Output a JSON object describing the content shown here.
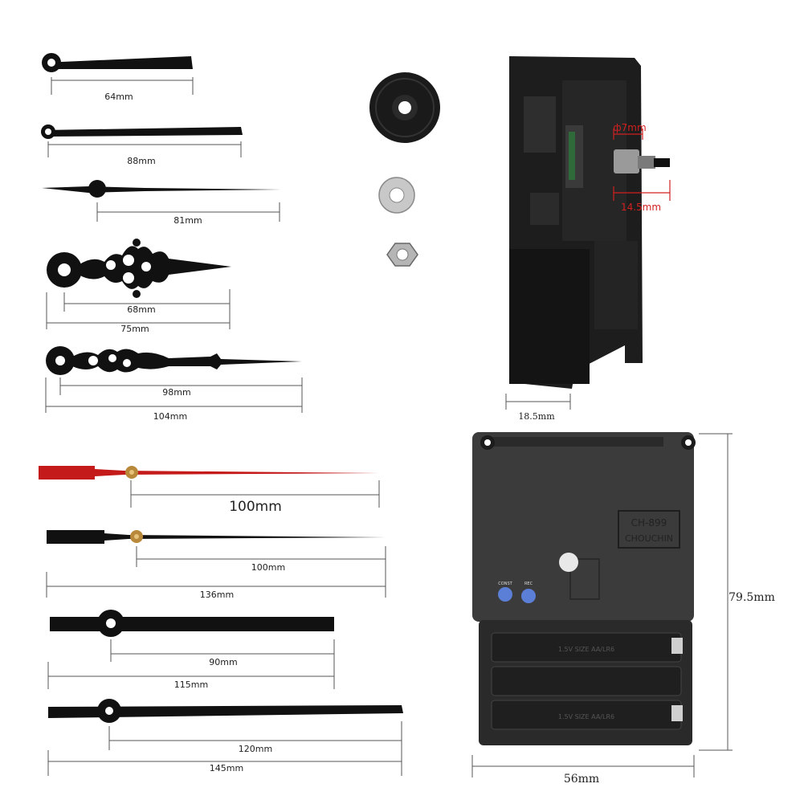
{
  "hands": [
    {
      "label": "64mm"
    },
    {
      "label": "88mm"
    },
    {
      "label": "81mm"
    },
    {
      "label_inner": "68mm",
      "label_outer": "75mm"
    },
    {
      "label_inner": "98mm",
      "label_outer": "104mm"
    },
    {
      "label": "100mm"
    },
    {
      "label_inner": "100mm",
      "label_outer": "136mm"
    },
    {
      "label_inner": "90mm",
      "label_outer": "115mm"
    },
    {
      "label_inner": "120mm",
      "label_outer": "145mm"
    }
  ],
  "movement_side": {
    "shaft_diameter": "ф7mm",
    "shaft_length": "14.5mm",
    "depth": "18.5mm"
  },
  "movement_back": {
    "model": "CH-899",
    "brand": "CHOUCHIN",
    "button_left": "CONST",
    "button_right": "REC",
    "battery_text": "1.5V SIZE AA/LR6",
    "height": "79.5mm",
    "width": "56mm"
  },
  "colors": {
    "second_hand": "#c41a1a",
    "hand": "#111111",
    "brass": "#b8893a",
    "dimension_red": "#d21f1f"
  }
}
